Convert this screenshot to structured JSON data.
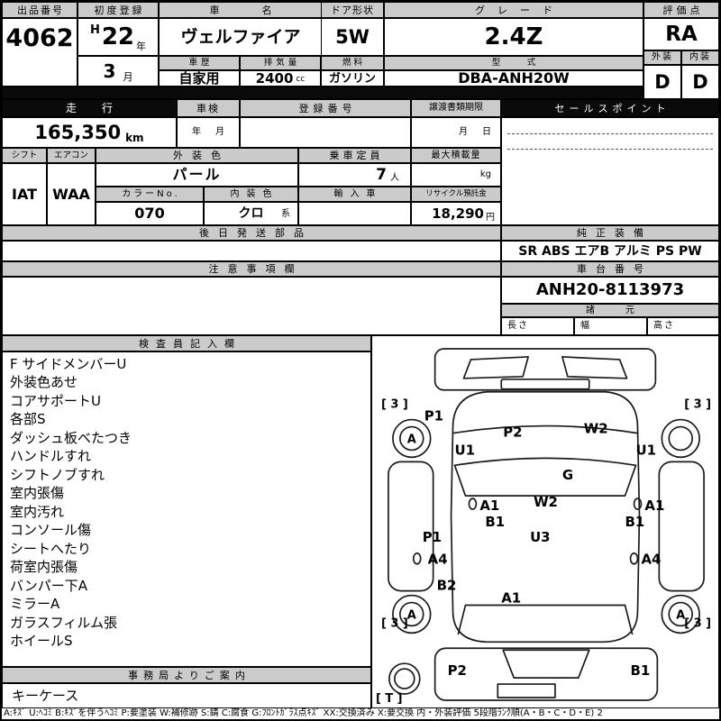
{
  "header": {
    "lot_label": "出品番号",
    "lot_value": "4062",
    "first_reg_label": "初度登録",
    "first_reg_era": "H",
    "first_reg_year": "22",
    "first_reg_year_unit": "年",
    "first_reg_month": "3",
    "first_reg_month_unit": "月",
    "car_name_label": "車　名",
    "car_name_value": "ヴェルファイア",
    "door_label": "ドア形状",
    "door_value": "5W",
    "grade_label": "グレード",
    "grade_value": "2.4Z",
    "score_label": "評価点",
    "score_value": "RA",
    "exterior_label": "外装",
    "exterior_value": "D",
    "interior_label": "内装",
    "interior_value": "D",
    "history_label": "車歴",
    "history_value": "自家用",
    "displacement_label": "排気量",
    "displacement_value": "2400",
    "displacement_unit": "cc",
    "fuel_label": "燃料",
    "fuel_value": "ガソリン",
    "model_label": "型　式",
    "model_value": "DBA-ANH20W"
  },
  "mileage_row": {
    "mileage_label": "走　行",
    "mileage_value": "165,350",
    "mileage_unit": "km",
    "inspection_label": "車検",
    "inspection_year_unit": "年",
    "inspection_month_unit": "月",
    "reg_no_label": "登録番号",
    "transfer_label": "譲渡書類期限",
    "transfer_month_unit": "月",
    "transfer_day_unit": "日",
    "sales_point_label": "セールスポイント"
  },
  "color_row": {
    "shift_label": "シフト",
    "shift_value": "IAT",
    "aircon_label": "エアコン",
    "aircon_value": "WAA",
    "exterior_color_label": "外装色",
    "exterior_color_value": "パール",
    "capacity_label": "乗車定員",
    "capacity_value": "7",
    "capacity_unit": "人",
    "max_load_label": "最大積載量",
    "max_load_unit": "kg",
    "color_no_label": "カラーNo.",
    "color_no_value": "070",
    "interior_color_label": "内装色",
    "interior_color_value": "クロ",
    "interior_color_suffix": "系",
    "import_label": "輸入車",
    "recycle_label": "リサイクル預託金",
    "recycle_value": "18,290",
    "recycle_unit": "円"
  },
  "parts_row": {
    "later_parts_label": "後日発送部品",
    "equipment_label": "純正装備",
    "equipment_value": "SR ABS エアB アルミ PS PW"
  },
  "notes_row": {
    "notes_label": "注意事項欄",
    "chassis_label": "車台番号",
    "chassis_value": "ANH20-8113973",
    "spec_label": "諸　元",
    "spec_length_label": "長さ",
    "spec_width_label": "幅",
    "spec_height_label": "高さ"
  },
  "inspector": {
    "title": "検査員記入欄",
    "items": [
      "F サイドメンバーU",
      "外装色あせ",
      "コアサポートU",
      "各部S",
      "ダッシュ板べたつき",
      "ハンドルすれ",
      "シフトノブすれ",
      "室内張傷",
      "室内汚れ",
      "コンソール傷",
      "シートへたり",
      "荷室内張傷",
      "バンパー下A",
      "ミラーA",
      "ガラスフィルム張",
      "ホイールS"
    ]
  },
  "office": {
    "title": "事務局よりご案内",
    "items": [
      "キーケース"
    ]
  },
  "diagram": {
    "labels": [
      "[ 3 ]",
      "[ 3 ]",
      "P1",
      "P2",
      "W2",
      "U1",
      "U1",
      "A",
      "G",
      "A1",
      "W2",
      "A1",
      "B1",
      "B1",
      "P1",
      "U3",
      "A4",
      "A4",
      "B2",
      "A1",
      "A",
      "A",
      "[ 3 ]",
      "[ 3 ]",
      "P2",
      "B1",
      "[ T ]"
    ]
  },
  "legend": "A:ｷｽﾞ U:ﾍｺﾐ B:ｷｽﾞを伴うﾍｺﾐ P:要塗装 W:補修跡 S:錆 C:腐食 G:ﾌﾛﾝﾄｶﾞﾗｽ点ｷｽﾞ XX:交換済み X:要交換  内・外装評価  5段階ﾗﾝｸ順(A・B・C・D・E) 2",
  "colors": {
    "label_bg": "#cbcbcb",
    "header_bg": "#0a0a0a",
    "line": "#000000"
  }
}
